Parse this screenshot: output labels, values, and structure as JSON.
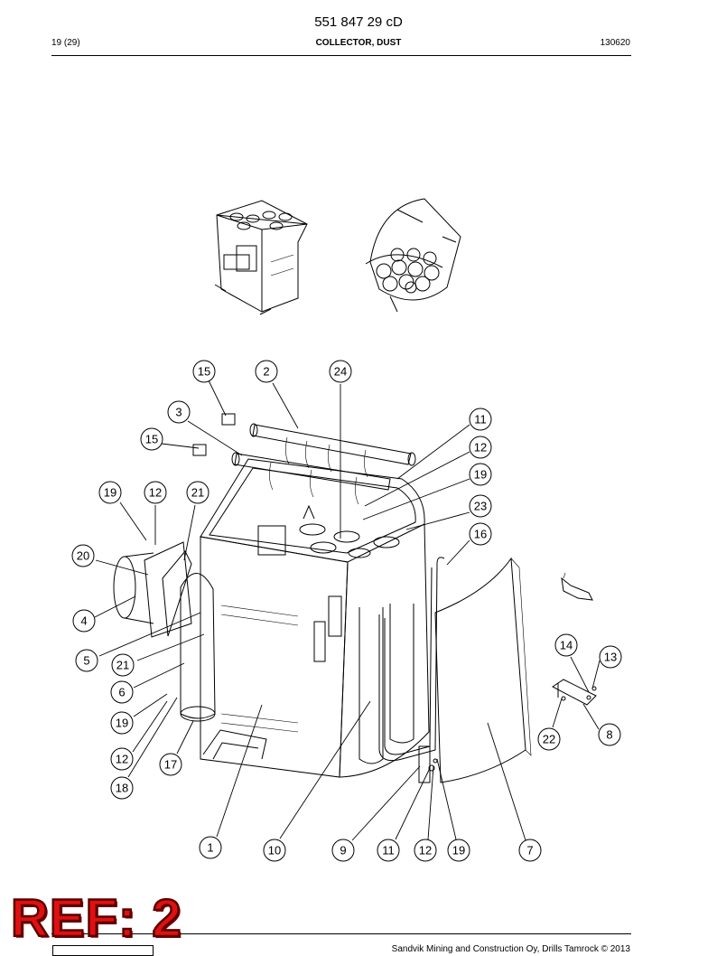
{
  "header": {
    "doc_number": "551 847 29 cD",
    "page": "19 (29)",
    "title": "COLLECTOR, DUST",
    "date": "130620"
  },
  "footer": {
    "copyright": "Sandvik Mining and Construction Oy, Drills Tamrock © 2013",
    "stamp": "REF: 2"
  },
  "callouts": [
    "15",
    "2",
    "24",
    "3",
    "11",
    "15",
    "12",
    "19",
    "12",
    "21",
    "19",
    "23",
    "20",
    "16",
    "4",
    "14",
    "13",
    "5",
    "21",
    "6",
    "19",
    "8",
    "22",
    "12",
    "17",
    "18",
    "1",
    "10",
    "9",
    "11",
    "12",
    "19",
    "7"
  ]
}
